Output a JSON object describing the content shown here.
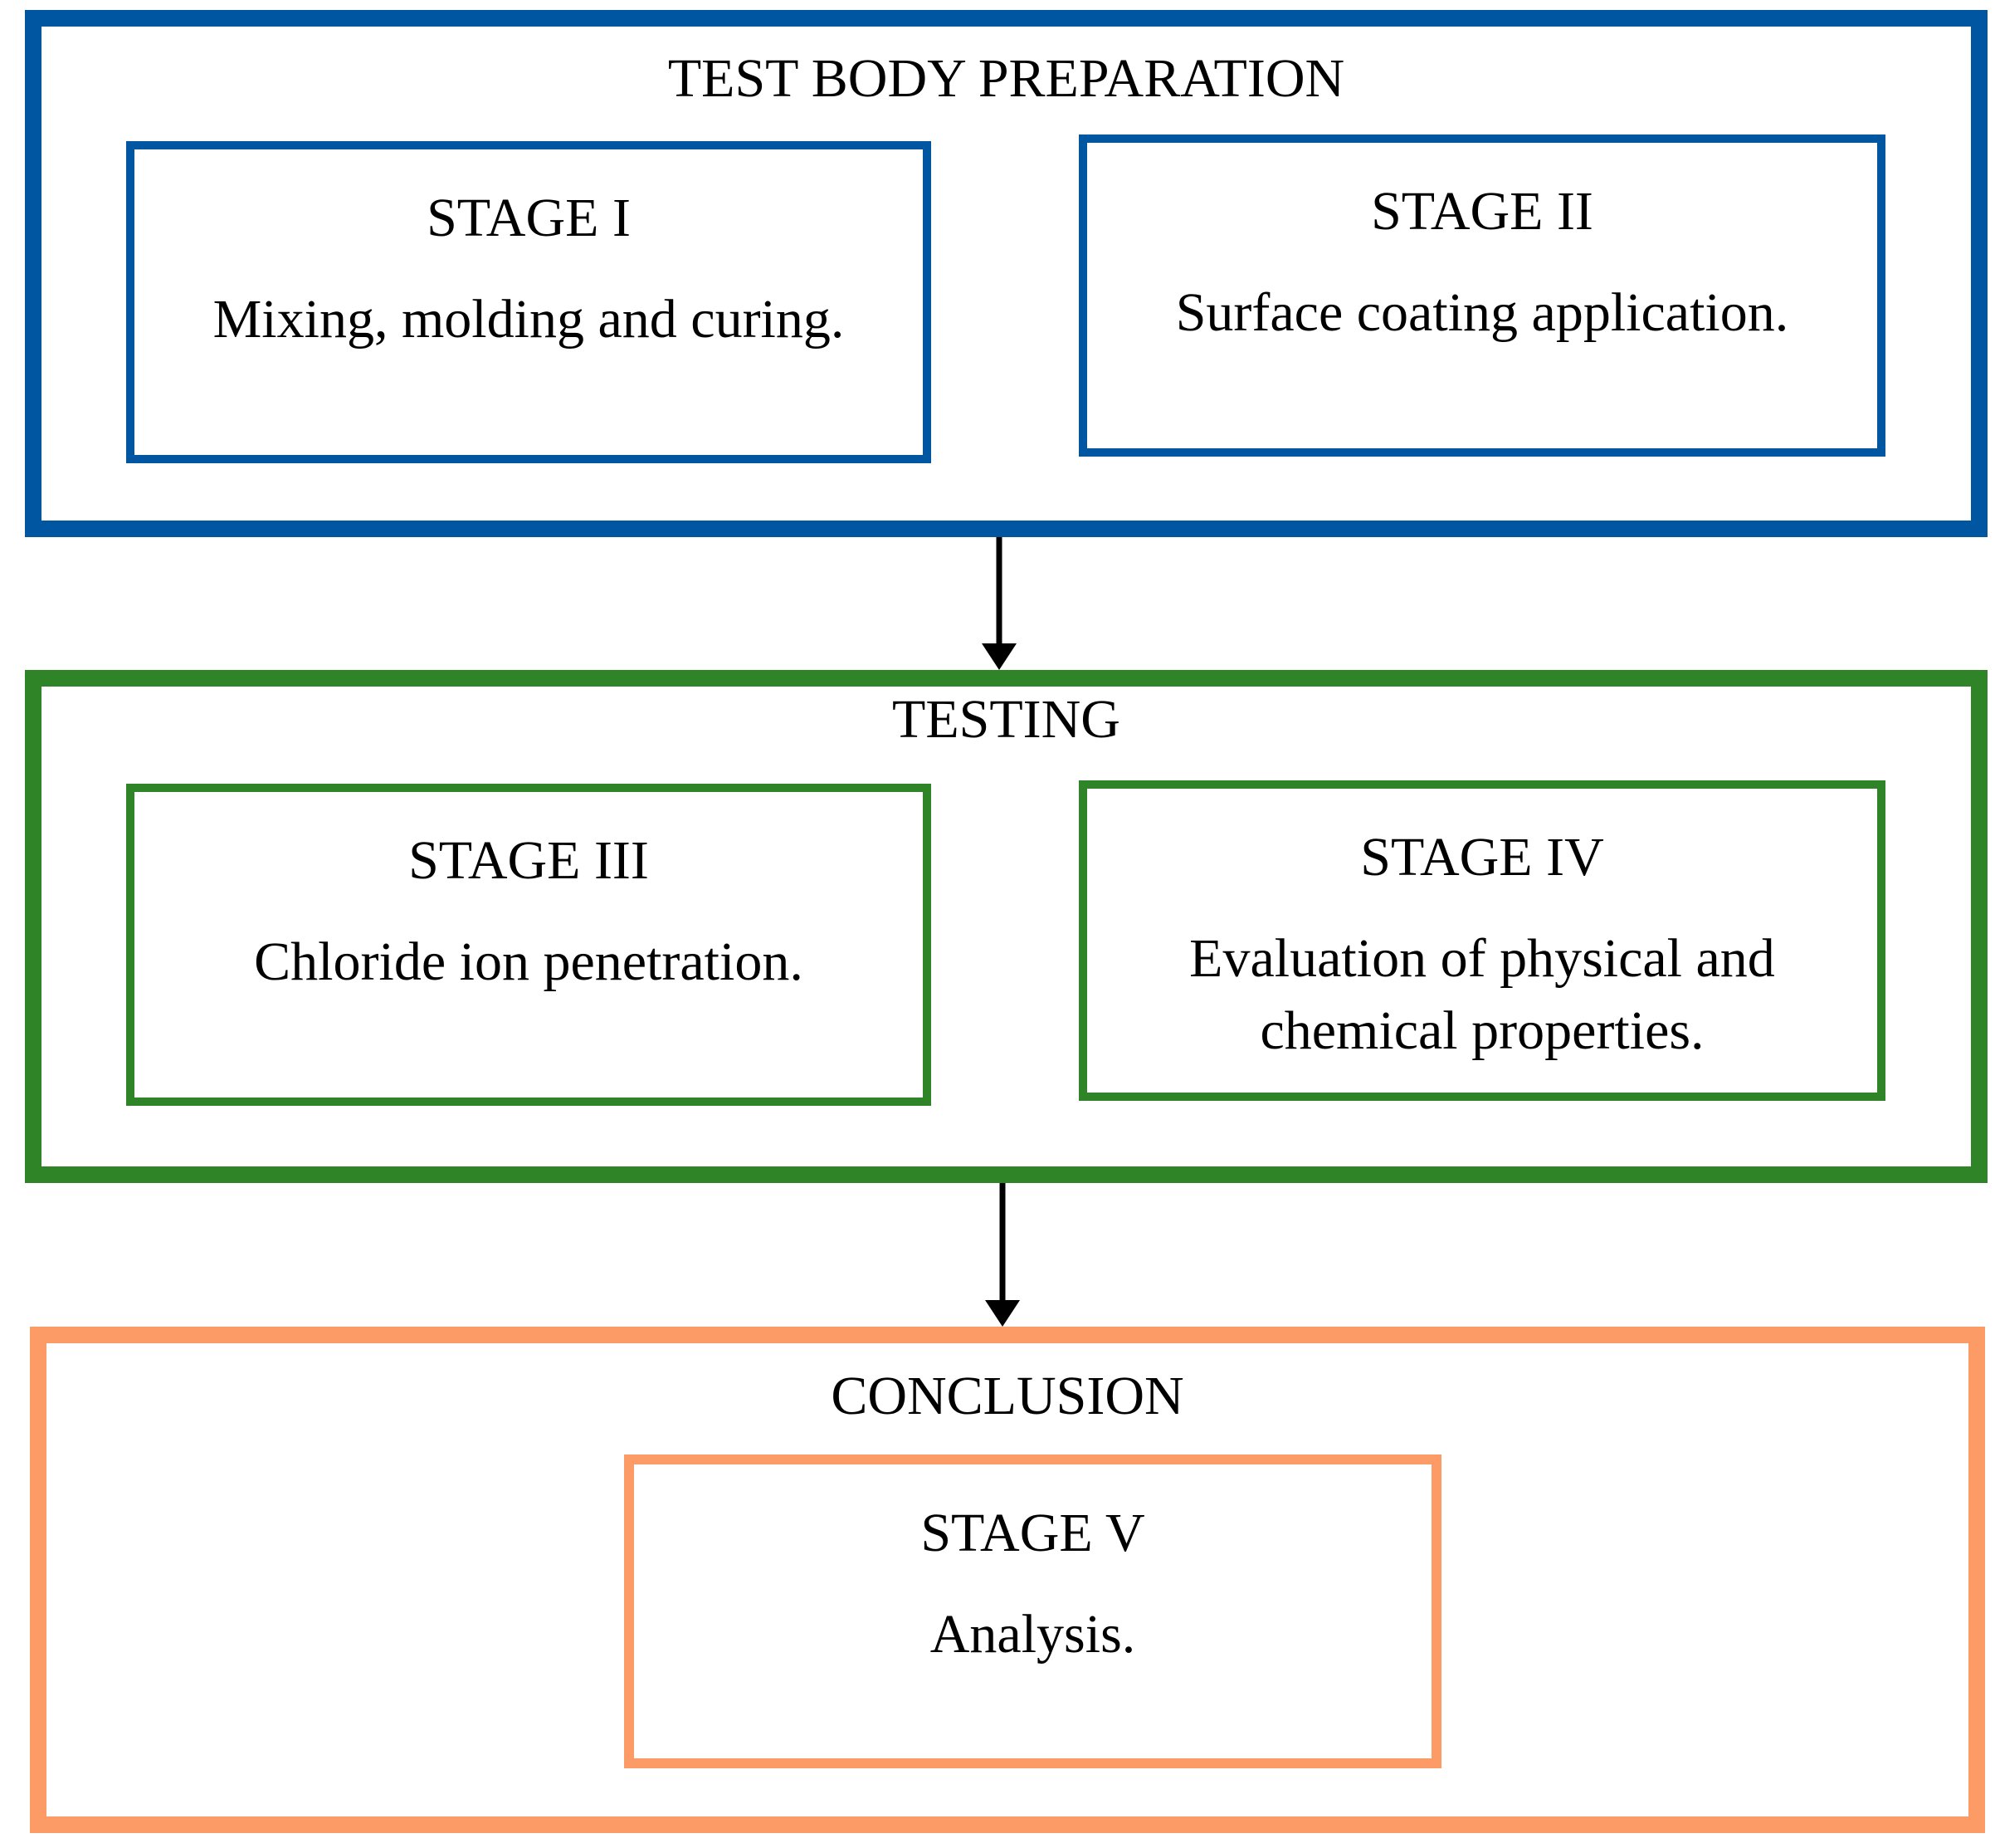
{
  "colors": {
    "section1_border": "#0056A0",
    "section2_border": "#2E8427",
    "section3_border": "#FC9B66",
    "arrow": "#000000",
    "text": "#000000",
    "background": "#FFFFFF"
  },
  "sections": [
    {
      "title": "TEST BODY PREPARATION",
      "stages": [
        {
          "label": "STAGE I",
          "description": "Mixing, molding and curing."
        },
        {
          "label": "STAGE II",
          "description": "Surface coating application."
        }
      ]
    },
    {
      "title": "TESTING",
      "stages": [
        {
          "label": "STAGE III",
          "description": "Chloride ion penetration."
        },
        {
          "label": "STAGE IV",
          "description": "Evaluation of physical and chemical properties."
        }
      ]
    },
    {
      "title": "CONCLUSION",
      "stages": [
        {
          "label": "STAGE V",
          "description": "Analysis."
        }
      ]
    }
  ]
}
